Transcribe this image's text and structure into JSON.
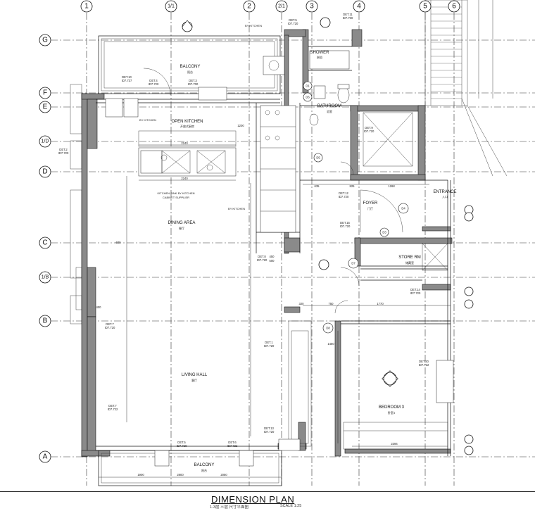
{
  "grid_x": [
    {
      "id": "gx-1",
      "label": "1"
    },
    {
      "id": "gx-1-1",
      "label": "1/1"
    },
    {
      "id": "gx-2",
      "label": "2"
    },
    {
      "id": "gx-2-1",
      "label": "2/1"
    },
    {
      "id": "gx-3",
      "label": "3"
    },
    {
      "id": "gx-4",
      "label": "4"
    },
    {
      "id": "gx-5",
      "label": "5"
    },
    {
      "id": "gx-6",
      "label": "6"
    }
  ],
  "grid_y": [
    {
      "id": "gy-g",
      "label": "G"
    },
    {
      "id": "gy-f",
      "label": "F"
    },
    {
      "id": "gy-e",
      "label": "E"
    },
    {
      "id": "gy-1d",
      "label": "1/D"
    },
    {
      "id": "gy-d",
      "label": "D"
    },
    {
      "id": "gy-c",
      "label": "C"
    },
    {
      "id": "gy-1b",
      "label": "1/B"
    },
    {
      "id": "gy-b",
      "label": "B"
    },
    {
      "id": "gy-a",
      "label": "A"
    }
  ],
  "rooms": [
    {
      "id": "balcony-top",
      "en": "BALCONY",
      "cn": "阳台"
    },
    {
      "id": "open-kitchen",
      "en": "OPEN KITCHEN",
      "cn": "开放式厨房"
    },
    {
      "id": "dining",
      "en": "DINING AREA",
      "cn": "餐厅"
    },
    {
      "id": "living",
      "en": "LIVING HALL",
      "cn": "客厅"
    },
    {
      "id": "balcony-bottom",
      "en": "BALCONY",
      "cn": "阳台"
    },
    {
      "id": "foyer",
      "en": "FOYER",
      "cn": "门厅"
    },
    {
      "id": "bathroom",
      "en": "BATHROOM",
      "cn": "浴室"
    },
    {
      "id": "shower",
      "en": "SHOWER",
      "cn": "淋浴"
    },
    {
      "id": "store",
      "en": "STORE RM",
      "cn": "储藏室"
    },
    {
      "id": "entrance",
      "en": "ENTRANCE",
      "cn": "入口"
    },
    {
      "id": "bedroom3",
      "en": "BEDROOM 3",
      "cn": "卧室3"
    }
  ],
  "notes": {
    "by_kitchen_top": "BY KITCHEN",
    "by_kitchen_mid": "BY KITCHEN",
    "by_kitchen_left": "BY KITCHEN",
    "kitchen_sink": "KITCHEN SINK BY KITCHEN",
    "cabinet_supplier": "CABINET SUPPLIER"
  },
  "door_tags": [
    "D1",
    "D3",
    "D4",
    "D5",
    "D6",
    "D7",
    "D8"
  ],
  "details": [
    {
      "id": "det-10",
      "label": "DET.10",
      "ref": "ID7.737"
    },
    {
      "id": "det-5a",
      "label": "DET.5",
      "ref": "ID7.720"
    },
    {
      "id": "det-11",
      "label": "DET.11",
      "ref": "ID7.700"
    },
    {
      "id": "det-4",
      "label": "DET.4",
      "ref": "ID7.720"
    },
    {
      "id": "det-3",
      "label": "DET.3",
      "ref": "ID7.700"
    },
    {
      "id": "det-2",
      "label": "DET.2",
      "ref": "ID7.720"
    },
    {
      "id": "det-1",
      "label": "DET.1",
      "ref": "ID7.720"
    },
    {
      "id": "det-8",
      "label": "DET.8",
      "ref": "ID7.720"
    },
    {
      "id": "det-9",
      "label": "DET.9",
      "ref": "ID7.720"
    },
    {
      "id": "det-12",
      "label": "DET.12",
      "ref": "ID7.720"
    },
    {
      "id": "det-13",
      "label": "DET.13",
      "ref": "ID7.720"
    },
    {
      "id": "det-14",
      "label": "DET.14",
      "ref": "ID7.720"
    },
    {
      "id": "det-15",
      "label": "DET.15",
      "ref": "ID7.720"
    },
    {
      "id": "det-20",
      "label": "DET.20",
      "ref": "ID7.722"
    },
    {
      "id": "det-7a",
      "label": "DET.7",
      "ref": "ID7.720"
    },
    {
      "id": "det-7b",
      "label": "DET.7",
      "ref": "ID7.722"
    },
    {
      "id": "det-6",
      "label": "DET.6",
      "ref": "ID7.722"
    },
    {
      "id": "det-5b",
      "label": "DET.5",
      "ref": "ID7.720"
    }
  ],
  "dims": {
    "kitchen_len": "2240",
    "kitchen_len_b": "2240",
    "d_1200": "1200",
    "d_635": "635",
    "d_500": "500",
    "d_1900": "1900",
    "d_2050": "2050",
    "d_2800": "2800",
    "d_1770": "1770",
    "d_600": "600",
    "d_825": "825",
    "d_2394": "2394",
    "d_1450": "1450",
    "d_1268": "1268",
    "d_320": "320",
    "d_450": "450",
    "d_750": "750",
    "d_400": "400"
  },
  "footer": {
    "title": "DIMENSION PLAN",
    "subtitle": "1-3层 三层 尺寸平面图",
    "scale": "SCALE 1:25"
  }
}
